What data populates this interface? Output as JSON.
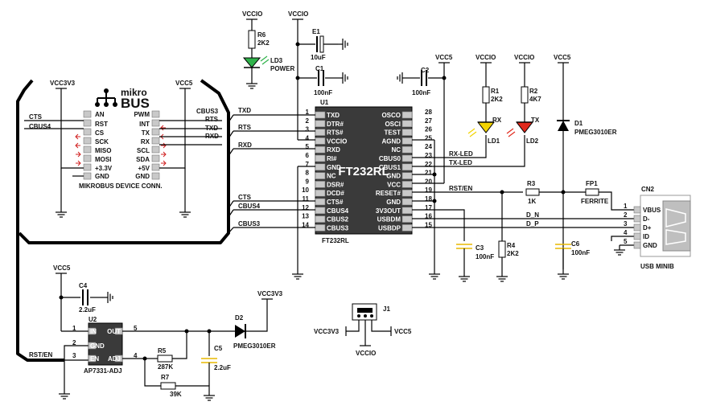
{
  "power": {
    "vccio": "VCCIO",
    "vcc5": "VCC5",
    "vcc3v3": "VCC3V3"
  },
  "mikrobus": {
    "logo_top": "mikro",
    "logo_bottom": "BUS",
    "caption": "MIKROBUS  DEVICE  CONN.",
    "left_pins": [
      "AN",
      "RST",
      "CS",
      "SCK",
      "MISO",
      "MOSI",
      "+3.3V",
      "GND"
    ],
    "right_pins": [
      "PWM",
      "INT",
      "TX",
      "RX",
      "SCL",
      "SDA",
      "+5V",
      "GND"
    ],
    "left_nets": {
      "cts": "CTS",
      "cbus4": "CBUS4"
    },
    "right_nets": {
      "cbus3": "CBUS3",
      "rts": "RTS",
      "txd": "TXD",
      "rxd": "RXD"
    }
  },
  "u1": {
    "ref": "U1",
    "name": "FT232RL",
    "part": "FT232RL",
    "left_pins": [
      {
        "num": "1",
        "name": "TXD"
      },
      {
        "num": "2",
        "name": "DTR#"
      },
      {
        "num": "3",
        "name": "RTS#"
      },
      {
        "num": "4",
        "name": "VCCIO"
      },
      {
        "num": "5",
        "name": "RXD"
      },
      {
        "num": "6",
        "name": "RI#"
      },
      {
        "num": "7",
        "name": "GND"
      },
      {
        "num": "8",
        "name": "NC"
      },
      {
        "num": "9",
        "name": "DSR#"
      },
      {
        "num": "10",
        "name": "DCD#"
      },
      {
        "num": "11",
        "name": "CTS#"
      },
      {
        "num": "12",
        "name": "CBUS4"
      },
      {
        "num": "13",
        "name": "CBUS2"
      },
      {
        "num": "14",
        "name": "CBUS3"
      }
    ],
    "right_pins": [
      {
        "num": "28",
        "name": "OSCO"
      },
      {
        "num": "27",
        "name": "OSCI"
      },
      {
        "num": "26",
        "name": "TEST"
      },
      {
        "num": "25",
        "name": "AGND"
      },
      {
        "num": "24",
        "name": "NC"
      },
      {
        "num": "23",
        "name": "CBUS0"
      },
      {
        "num": "22",
        "name": "CBUS1"
      },
      {
        "num": "21",
        "name": "GND"
      },
      {
        "num": "20",
        "name": "VCC"
      },
      {
        "num": "19",
        "name": "RESET#"
      },
      {
        "num": "18",
        "name": "GND"
      },
      {
        "num": "17",
        "name": "3V3OUT"
      },
      {
        "num": "16",
        "name": "USBDM"
      },
      {
        "num": "15",
        "name": "USBDP"
      }
    ],
    "left_nets": {
      "txd": "TXD",
      "rts": "RTS",
      "rxd": "RXD",
      "cts": "CTS",
      "cbus4": "CBUS4",
      "cbus3": "CBUS3"
    },
    "right_nets": {
      "rx_led": "RX-LED",
      "tx_led": "TX-LED",
      "rst_en": "RST/EN",
      "dn": "D_N",
      "dp": "D_P"
    }
  },
  "components": {
    "r6": {
      "ref": "R6",
      "value": "2K2"
    },
    "ld3": {
      "ref": "LD3",
      "value": "POWER"
    },
    "e1": {
      "ref": "E1",
      "value": "10uF"
    },
    "c1": {
      "ref": "C1",
      "value": "100nF"
    },
    "c2": {
      "ref": "C2",
      "value": "100nF"
    },
    "r1": {
      "ref": "R1",
      "value": "2K2"
    },
    "r2": {
      "ref": "R2",
      "value": "4K7"
    },
    "ld1": {
      "ref": "LD1",
      "label": "RX"
    },
    "ld2": {
      "ref": "LD2",
      "label": "TX"
    },
    "d1": {
      "ref": "D1",
      "value": "PMEG3010ER"
    },
    "r3": {
      "ref": "R3",
      "value": "1K"
    },
    "fp1": {
      "ref": "FP1",
      "value": "FERRITE"
    },
    "c3": {
      "ref": "C3",
      "value": "100nF"
    },
    "r4": {
      "ref": "R4",
      "value": "2K2"
    },
    "c6": {
      "ref": "C6",
      "value": "100nF"
    },
    "c4": {
      "ref": "C4",
      "value": "2.2uF"
    },
    "d2": {
      "ref": "D2",
      "value": "PMEG3010ER"
    },
    "c5": {
      "ref": "C5",
      "value": "2.2uF"
    },
    "r5": {
      "ref": "R5",
      "value": "287K"
    },
    "r7": {
      "ref": "R7",
      "value": "39K"
    },
    "j1": {
      "ref": "J1"
    }
  },
  "u2": {
    "ref": "U2",
    "part": "AP7331-ADJ",
    "pins_left": [
      {
        "num": "1",
        "name": "IN"
      },
      {
        "num": "2",
        "name": "GND"
      },
      {
        "num": "3",
        "name": "EN"
      }
    ],
    "pins_right": [
      {
        "num": "5",
        "name": "OUT"
      },
      {
        "num": "4",
        "name": "ADJ"
      }
    ],
    "net_rst_en": "RST/EN"
  },
  "usb": {
    "ref": "CN2",
    "pins": [
      {
        "num": "1",
        "name": "VBUS"
      },
      {
        "num": "2",
        "name": "D-"
      },
      {
        "num": "3",
        "name": "D+"
      },
      {
        "num": "4",
        "name": "ID"
      },
      {
        "num": "5",
        "name": "GND"
      }
    ],
    "caption": "USB  MINIB"
  },
  "colors": {
    "led_power": "#2fb24a",
    "led_rx": "#f2d300",
    "led_tx": "#e0291c",
    "arrow": "#d01f1f",
    "ic_body": "#3a3a3a"
  }
}
